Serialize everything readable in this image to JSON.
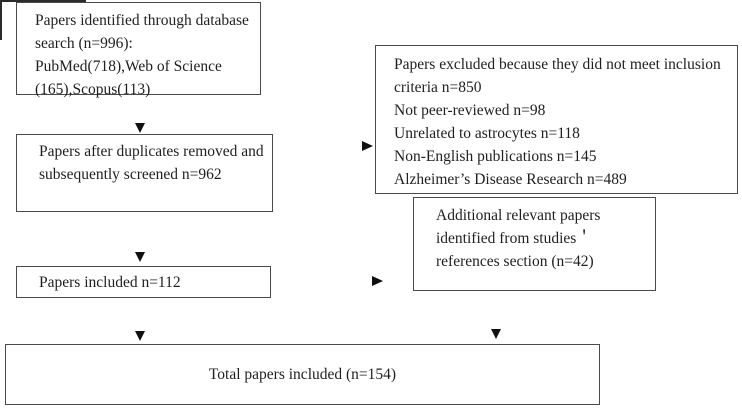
{
  "diagram": {
    "type": "prisma-flow-diagram",
    "boxes": {
      "identified": {
        "text": "Papers identified through database search (n=996): PubMed(718),Web of Science (165),Scopus(113)",
        "count": 996,
        "sources": [
          {
            "name": "PubMed",
            "count": 718
          },
          {
            "name": "Web of Science",
            "count": 165
          },
          {
            "name": "Scopus",
            "count": 113
          }
        ]
      },
      "deduplicated": {
        "text": "Papers after duplicates removed and subsequently screened n=962",
        "count": 962
      },
      "excluded": {
        "text": "Papers excluded because they did not meet inclusion criteria n=850\nNot peer-reviewed n=98\nUnrelated to astrocytes n=118\nNon-English publications n=145\nAlzheimer’s Disease Research n=489",
        "total_excluded": 850,
        "reasons": [
          {
            "label": "Not peer-reviewed",
            "count": 98
          },
          {
            "label": "Unrelated to astrocytes",
            "count": 118
          },
          {
            "label": "Non-English publications",
            "count": 145
          },
          {
            "label": "Alzheimer’s Disease Research",
            "count": 489
          }
        ]
      },
      "included": {
        "text": "Papers included n=112",
        "count": 112
      },
      "additional": {
        "text": "Additional relevant papers identified from studies＇ references section (n=42)",
        "count": 42
      },
      "total": {
        "text": "Total papers included (n=154)",
        "count": 154
      }
    },
    "connectors": [
      {
        "name": "identified-to-deduplicated",
        "direction": "down"
      },
      {
        "name": "deduplicated-to-excluded",
        "direction": "right"
      },
      {
        "name": "deduplicated-to-included",
        "direction": "down"
      },
      {
        "name": "included-to-additional",
        "direction": "right"
      },
      {
        "name": "included-to-total",
        "direction": "down"
      },
      {
        "name": "additional-to-total",
        "direction": "down"
      }
    ],
    "colors": {
      "background": "#ffffff",
      "box_border": "#4a4a4a",
      "text": "#1f1f1f",
      "connector": "#2b2b2b"
    }
  }
}
